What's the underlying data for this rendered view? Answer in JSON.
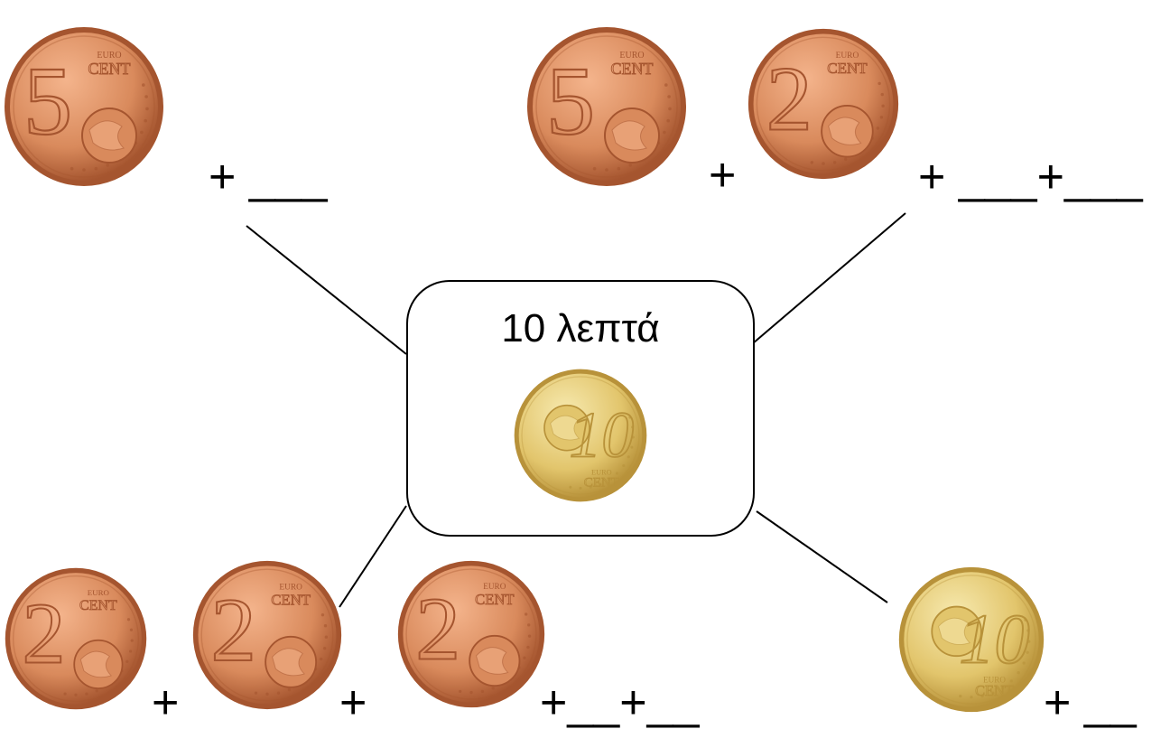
{
  "center": {
    "label": "10 λεπτά",
    "coin": {
      "value": "10",
      "subtitle": "EURO CENT",
      "metal": "gold"
    }
  },
  "groups": {
    "top_left": {
      "coins": [
        {
          "value": "5",
          "subtitle": "EURO CENT",
          "metal": "copper"
        }
      ],
      "ops": [
        "+ ___"
      ]
    },
    "top_right": {
      "coins": [
        {
          "value": "5",
          "subtitle": "EURO CENT",
          "metal": "copper"
        },
        {
          "value": "2",
          "subtitle": "EURO CENT",
          "metal": "copper"
        }
      ],
      "ops": [
        "+",
        "+ ___+___"
      ]
    },
    "bottom_left": {
      "coins": [
        {
          "value": "2",
          "subtitle": "EURO CENT",
          "metal": "copper"
        },
        {
          "value": "2",
          "subtitle": "EURO CENT",
          "metal": "copper"
        },
        {
          "value": "2",
          "subtitle": "EURO CENT",
          "metal": "copper"
        }
      ],
      "ops": [
        "+",
        "+",
        "+__+__"
      ]
    },
    "bottom_right": {
      "coins": [
        {
          "value": "10",
          "subtitle": "EURO CENT",
          "metal": "gold"
        }
      ],
      "ops": [
        "+ __"
      ]
    }
  },
  "colors": {
    "copper_light": "#f4b48c",
    "copper": "#d98a5c",
    "copper_dark": "#a5552f",
    "gold_light": "#f7eab0",
    "gold": "#e2c56c",
    "gold_dark": "#b8923a",
    "line": "#000000"
  }
}
